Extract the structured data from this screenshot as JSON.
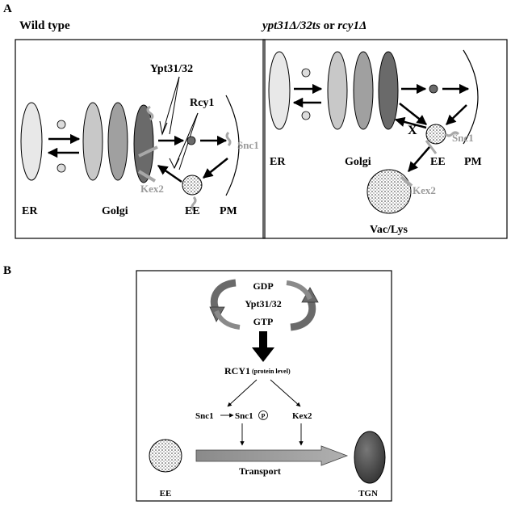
{
  "panel_a": {
    "letter": "A",
    "left": {
      "title": "Wild type",
      "labels": {
        "er": "ER",
        "golgi": "Golgi",
        "ee": "EE",
        "pm": "PM",
        "ypt": "Ypt31/32",
        "rcy1": "Rcy1",
        "snc1": "Snc1",
        "kex2": "Kex2"
      }
    },
    "right": {
      "title_part1": "ypt31Δ/32ts",
      "title_part2": " or ",
      "title_part3": "rcy1Δ",
      "labels": {
        "er": "ER",
        "golgi": "Golgi",
        "ee": "EE",
        "pm": "PM",
        "snc1": "Snc1",
        "kex2": "Kex2",
        "vac": "Vac/Lys",
        "block": "X"
      }
    }
  },
  "panel_b": {
    "letter": "B",
    "gdp": "GDP",
    "ypt": "Ypt31/32",
    "gtp": "GTP",
    "rcy1": "RCY1",
    "rcy1_note": "(protein level)",
    "snc1": "Snc1",
    "snc1p": "Snc1",
    "p": "P",
    "kex2": "Kex2",
    "transport": "Transport",
    "ee": "EE",
    "tgn": "TGN"
  },
  "colors": {
    "grey_text": "#9a9a9a",
    "snc1_grey": "#a8a8a8"
  }
}
